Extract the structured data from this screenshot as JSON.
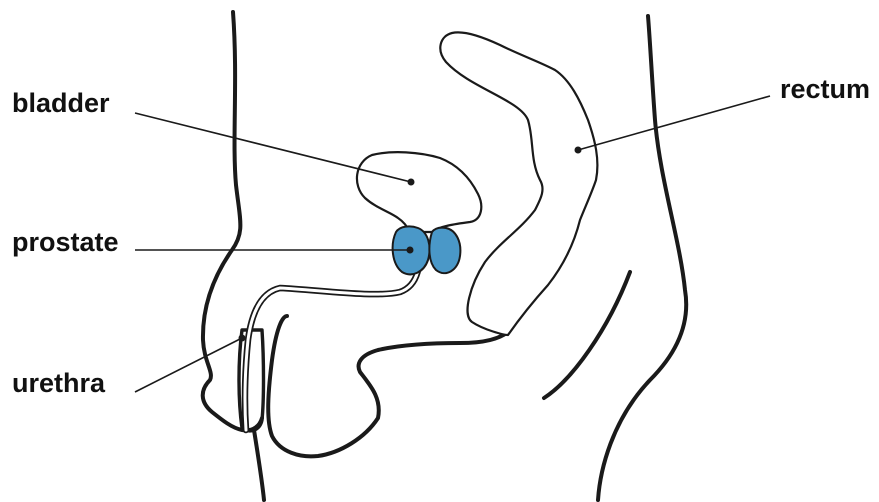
{
  "labels": {
    "bladder": "bladder",
    "prostate": "prostate",
    "urethra": "urethra",
    "rectum": "rectum"
  },
  "colors": {
    "prostate_fill": "#4a98c8",
    "outline": "#1a1a1a",
    "background": "#ffffff"
  }
}
